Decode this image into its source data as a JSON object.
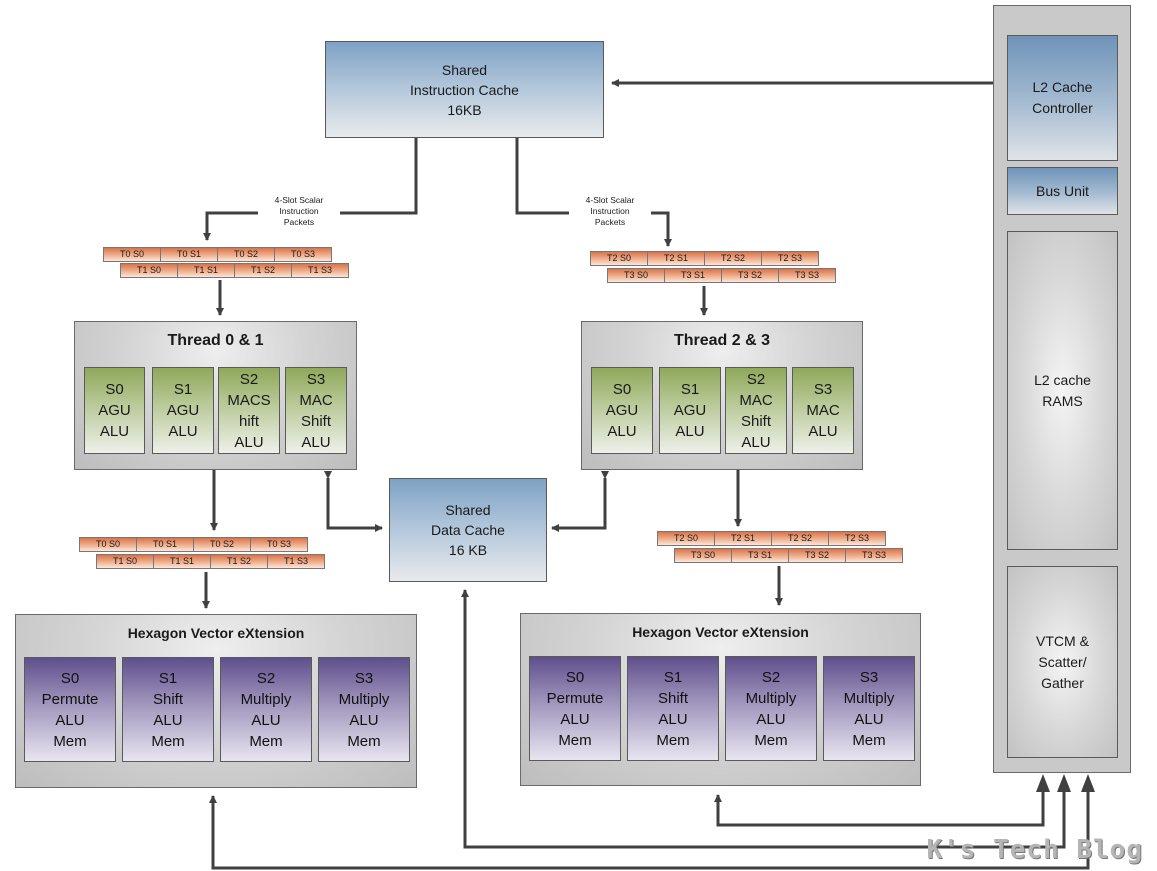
{
  "instruction_cache": {
    "label": "Shared\nInstruction Cache\n16KB"
  },
  "data_cache": {
    "label": "Shared\nData Cache\n16 KB"
  },
  "packet_labels": {
    "left": "4-Slot Scalar\nInstruction\nPackets",
    "right": "4-Slot Scalar\nInstruction\nPackets"
  },
  "packets": {
    "top_left": {
      "row1": [
        "T0 S0",
        "T0 S1",
        "T0 S2",
        "T0 S3"
      ],
      "row2": [
        "T1 S0",
        "T1 S1",
        "T1 S2",
        "T1 S3"
      ]
    },
    "top_right": {
      "row1": [
        "T2 S0",
        "T2 S1",
        "T2 S2",
        "T2 S3"
      ],
      "row2": [
        "T3 S0",
        "T3 S1",
        "T3 S2",
        "T3 S3"
      ]
    },
    "bottom_left": {
      "row1": [
        "T0 S0",
        "T0 S1",
        "T0 S2",
        "T0 S3"
      ],
      "row2": [
        "T1 S0",
        "T1 S1",
        "T1 S2",
        "T1 S3"
      ]
    },
    "bottom_right": {
      "row1": [
        "T2 S0",
        "T2 S1",
        "T2 S2",
        "T2 S3"
      ],
      "row2": [
        "T3 S0",
        "T3 S1",
        "T3 S2",
        "T3 S3"
      ]
    }
  },
  "thread_blocks": [
    {
      "title": "Thread 0 & 1",
      "units": [
        "S0\nAGU\nALU",
        "S1\nAGU\nALU",
        "S2\nMACS\nhift\nALU",
        "S3\nMAC\nShift\nALU"
      ]
    },
    {
      "title": "Thread 2 & 3",
      "units": [
        "S0\nAGU\nALU",
        "S1\nAGU\nALU",
        "S2\nMAC\nShift\nALU",
        "S3\nMAC\nALU"
      ]
    }
  ],
  "hvx_blocks": [
    {
      "title": "Hexagon Vector eXtension",
      "units": [
        "S0\nPermute\nALU\nMem",
        "S1\nShift\nALU\nMem",
        "S2\nMultiply\nALU\nMem",
        "S3\nMultiply\nALU\nMem"
      ]
    },
    {
      "title": "Hexagon Vector eXtension",
      "units": [
        "S0\nPermute\nALU\nMem",
        "S1\nShift\nALU\nMem",
        "S2\nMultiply\nALU\nMem",
        "S3\nMultiply\nALU\nMem"
      ]
    }
  ],
  "l2_column": {
    "blocks": [
      "L2 Cache\nController",
      "Bus Unit",
      "L2 cache\nRAMS",
      "VTCM &\nScatter/\nGather"
    ]
  },
  "watermark": "K's Tech Blog",
  "colors": {
    "cache_blue": "#7ea1c4",
    "scalar_green": "#8fa85a",
    "vector_purple": "#5f4f8c",
    "packet_orange": "#d9744a",
    "container_gray": "#c9c9c9",
    "connector": "#404040"
  }
}
